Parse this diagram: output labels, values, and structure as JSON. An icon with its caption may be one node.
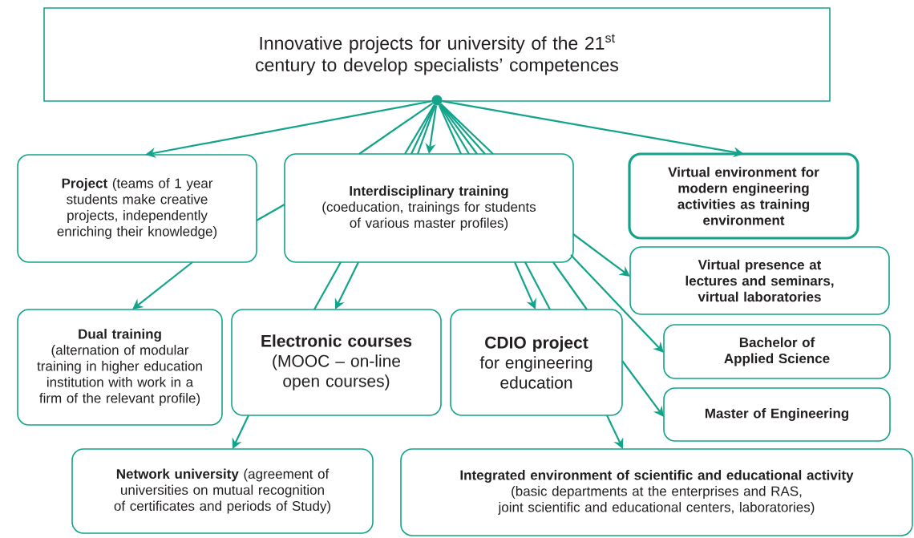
{
  "diagram": {
    "nodes": [
      {
        "text": [
          "Innovative projects for university of the 21$^{st}$ century to develop specialists’ competences"
        ]
      },
      {
        "text": [
          "**Project** (teams of 1 year students make creative projects, independently enriching their knowledge)"
        ]
      },
      {
        "text": [
          "Interdisciplinary training",
          "(coeducation, trainings for students of various master profiles)"
        ]
      },
      {
        "text": [
          "Virtual environment for modern engineering activities as training environment"
        ]
      },
      {
        "text": [
          "Virtual presence at lectures and seminars, virtual laboratories"
        ]
      },
      {
        "text": [
          "Dual training",
          "(alternation of modular training in higher education institution with work in a firm of the relevant profile)"
        ]
      },
      {
        "text": [
          "Electronic courses",
          "(MOOC – on-line open courses)"
        ]
      },
      {
        "text": [
          "CDIO project",
          "for engineering education"
        ]
      },
      {
        "text": [
          "Bachelor of Applied Science"
        ]
      },
      {
        "text": [
          "Master of Engineering"
        ]
      },
      {
        "text": [
          "**Network university** (agreement of universities on mutual recognition of certificates and periods of Study)"
        ]
      },
      {
        "text": [
          "Integrated environment of scientific and educational activity",
          "(basic departments at the enterprises and RAS, joint scientific and educational centers, laboratories)"
        ]
      },
      {
        "text": [],
        "shape": "circle"
      }
    ],
    "edges": [
      {
        "from": 12,
        "to": 1,
        "arrow": "to"
      },
      {
        "from": 12,
        "to": 2,
        "arrow": "to"
      },
      {
        "from": 12,
        "to": 3,
        "arrow": "to"
      },
      {
        "from": 12,
        "to": 2,
        "arrow": "none"
      },
      {
        "from": 12,
        "to": 2,
        "arrow": "none"
      },
      {
        "from": 12,
        "to": 2,
        "arrow": "none"
      },
      {
        "from": 12,
        "to": 2,
        "arrow": "none"
      },
      {
        "from": 12,
        "to": 2,
        "arrow": "none"
      },
      {
        "from": 12,
        "to": 2,
        "arrow": "none"
      },
      {
        "from": 12,
        "to": 2,
        "arrow": "none"
      },
      {
        "from": 12,
        "to": 2,
        "arrow": "none"
      },
      {
        "from": 12,
        "to": 2,
        "arrow": "none"
      },
      {
        "from": 2,
        "to": 1,
        "arrow": "none"
      },
      {
        "from": 1,
        "to": 5,
        "arrow": "to"
      },
      {
        "from": 2,
        "to": 6,
        "arrow": "to"
      },
      {
        "from": 2,
        "to": 6,
        "arrow": "none"
      },
      {
        "from": 6,
        "to": 10,
        "arrow": "to"
      },
      {
        "from": 2,
        "to": 7,
        "arrow": "to"
      },
      {
        "from": 2,
        "to": 7,
        "arrow": "none"
      },
      {
        "from": 2,
        "to": 7,
        "arrow": "none"
      },
      {
        "from": 7,
        "to": 11,
        "arrow": "to"
      },
      {
        "from": 7,
        "to": 9,
        "arrow": "to"
      },
      {
        "from": 2,
        "to": 4,
        "arrow": "to"
      },
      {
        "from": 2,
        "to": 8,
        "arrow": "to"
      }
    ]
  }
}
